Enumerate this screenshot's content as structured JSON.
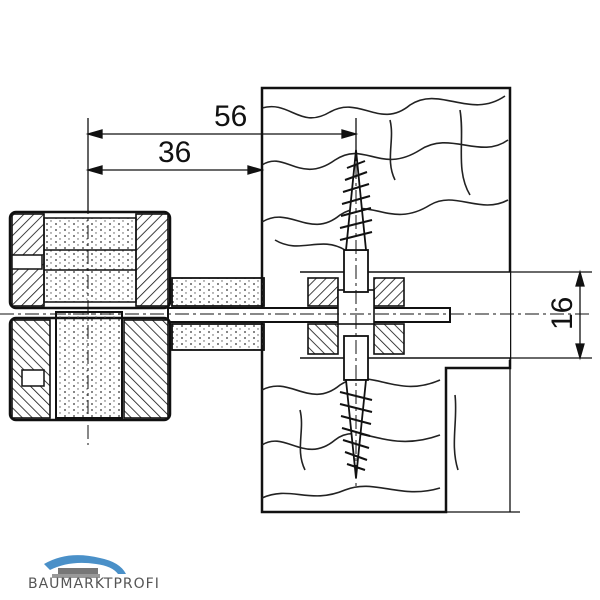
{
  "dimensions": {
    "outer": "56",
    "inner": "36",
    "height": "16"
  },
  "logo": {
    "text": "BAUMARKTPROFI"
  },
  "colors": {
    "line": "#111111",
    "logo_blue": "#4a90c8",
    "logo_grey": "#666666"
  }
}
